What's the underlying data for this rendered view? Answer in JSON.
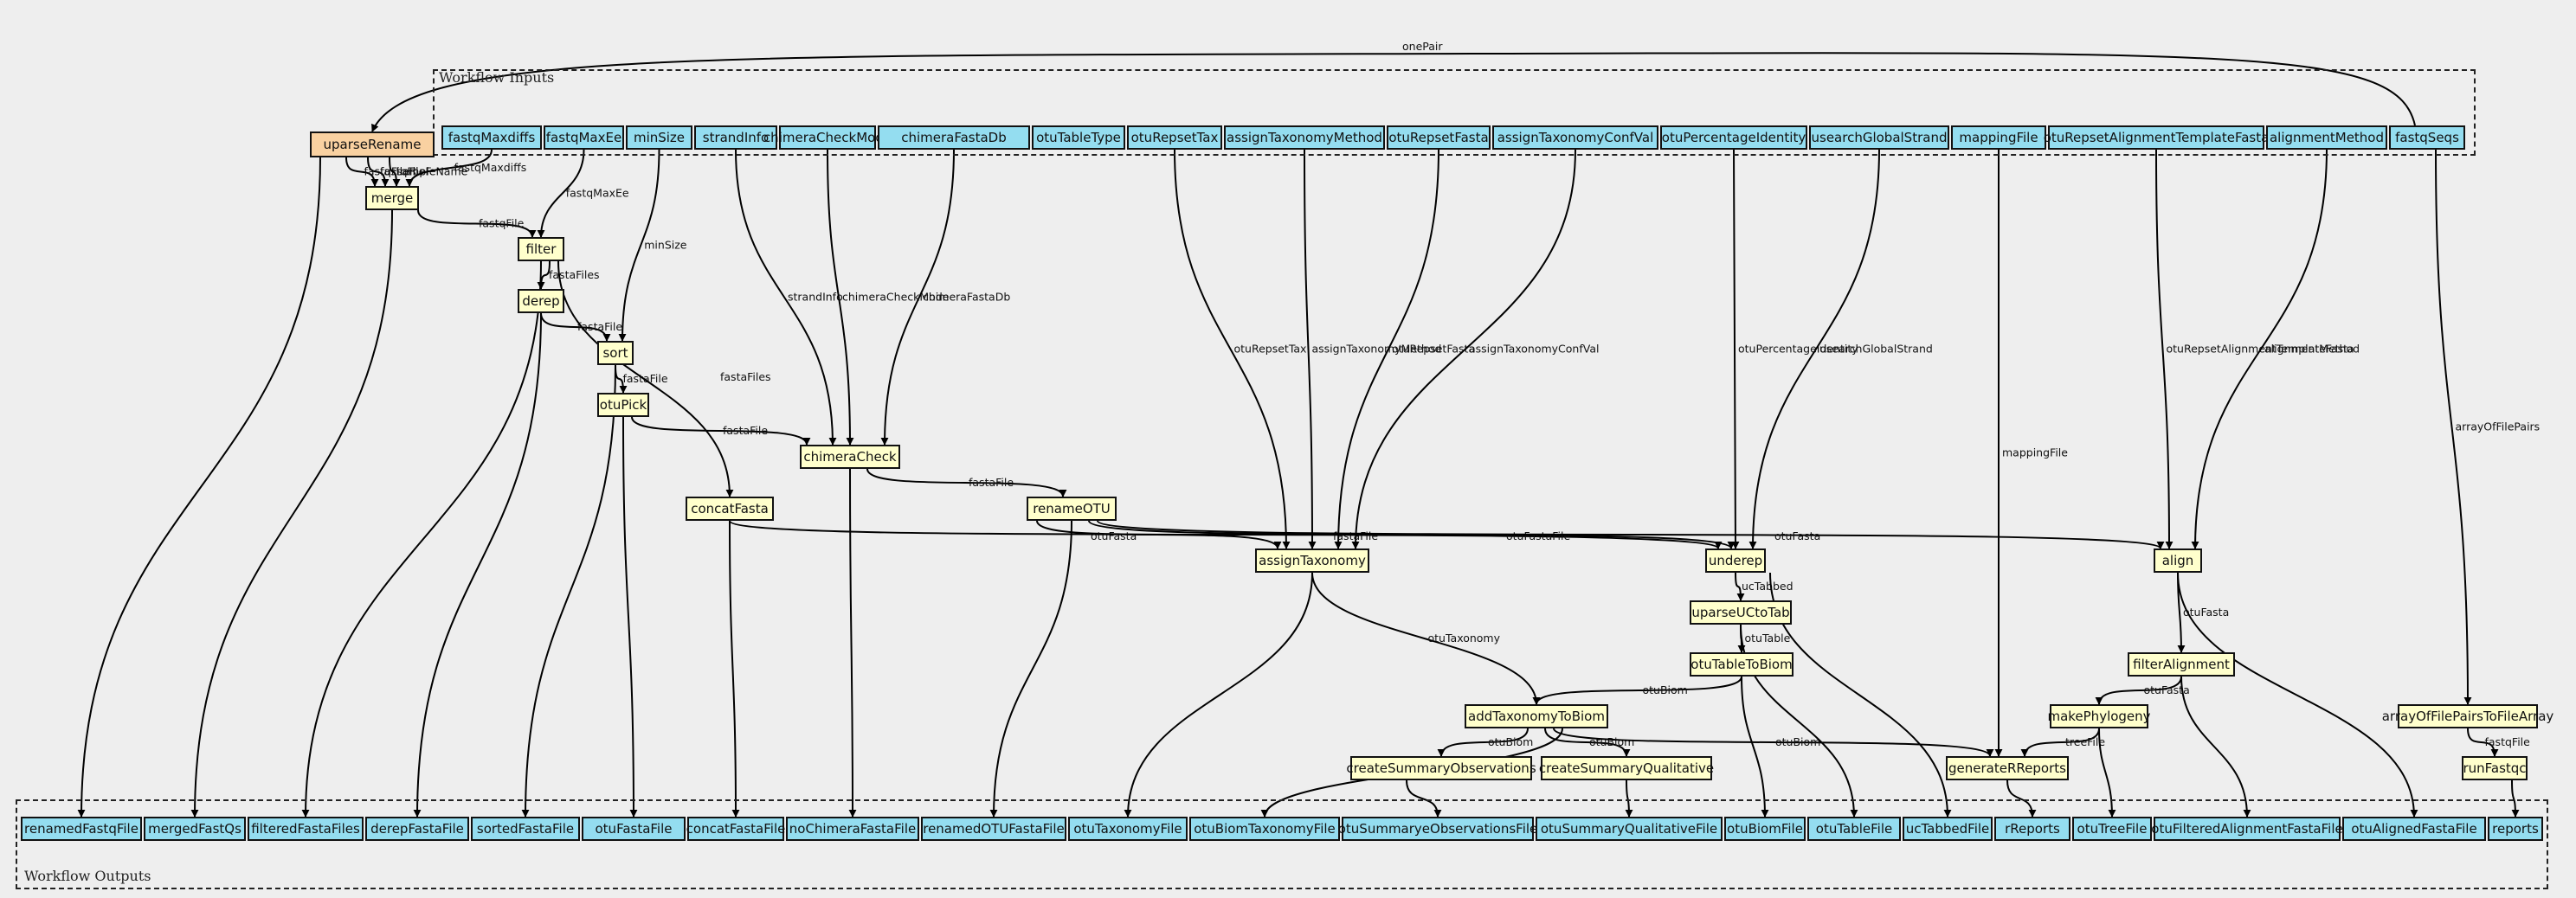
{
  "clusters": {
    "inputs_title": "Workflow Inputs",
    "outputs_title": "Workflow Outputs"
  },
  "inputs": [
    {
      "id": "fastqMaxdiffs",
      "label": "fastqMaxdiffs"
    },
    {
      "id": "fastqMaxEe",
      "label": "fastqMaxEe"
    },
    {
      "id": "minSize",
      "label": "minSize"
    },
    {
      "id": "strandInfo",
      "label": "strandInfo"
    },
    {
      "id": "chimeraCheckMode",
      "label": "chimeraCheckMode"
    },
    {
      "id": "chimeraFastaDb",
      "label": "chimeraFastaDb"
    },
    {
      "id": "otuTableType",
      "label": "otuTableType"
    },
    {
      "id": "otuRepsetTax",
      "label": "otuRepsetTax"
    },
    {
      "id": "assignTaxonomyMethod",
      "label": "assignTaxonomyMethod"
    },
    {
      "id": "otuRepsetFasta",
      "label": "otuRepsetFasta"
    },
    {
      "id": "assignTaxonomyConfVal",
      "label": "assignTaxonomyConfVal"
    },
    {
      "id": "otuPercentageIdentity",
      "label": "otuPercentageIdentity"
    },
    {
      "id": "usearchGlobalStrand",
      "label": "usearchGlobalStrand"
    },
    {
      "id": "mappingFile",
      "label": "mappingFile"
    },
    {
      "id": "otuRepsetAlignmentTemplateFasta",
      "label": "otuRepsetAlignmentTemplateFasta"
    },
    {
      "id": "alignmentMethod",
      "label": "alignmentMethod"
    },
    {
      "id": "fastqSeqs",
      "label": "fastqSeqs"
    }
  ],
  "steps": [
    {
      "id": "uparseRename",
      "label": "uparseRename"
    },
    {
      "id": "merge",
      "label": "merge"
    },
    {
      "id": "filter",
      "label": "filter"
    },
    {
      "id": "derep",
      "label": "derep"
    },
    {
      "id": "sort",
      "label": "sort"
    },
    {
      "id": "otuPick",
      "label": "otuPick"
    },
    {
      "id": "chimeraCheck",
      "label": "chimeraCheck"
    },
    {
      "id": "concatFasta",
      "label": "concatFasta"
    },
    {
      "id": "renameOTU",
      "label": "renameOTU"
    },
    {
      "id": "assignTaxonomy",
      "label": "assignTaxonomy"
    },
    {
      "id": "underep",
      "label": "underep"
    },
    {
      "id": "align",
      "label": "align"
    },
    {
      "id": "uparseUCtoTab",
      "label": "uparseUCtoTab"
    },
    {
      "id": "otuTableToBiom",
      "label": "otuTableToBiom"
    },
    {
      "id": "filterAlignment",
      "label": "filterAlignment"
    },
    {
      "id": "addTaxonomyToBiom",
      "label": "addTaxonomyToBiom"
    },
    {
      "id": "makePhylogeny",
      "label": "makePhylogeny"
    },
    {
      "id": "arrayOfFilePairsToFileArray",
      "label": "arrayOfFilePairsToFileArray"
    },
    {
      "id": "createSummaryObservations",
      "label": "createSummaryObservations"
    },
    {
      "id": "createSummaryQualitative",
      "label": "createSummaryQualitative"
    },
    {
      "id": "generateRReports",
      "label": "generateRReports"
    },
    {
      "id": "runFastqc",
      "label": "runFastqc"
    }
  ],
  "outputs": [
    {
      "id": "renamedFastqFile",
      "label": "renamedFastqFile"
    },
    {
      "id": "mergedFastQs",
      "label": "mergedFastQs"
    },
    {
      "id": "filteredFastaFiles",
      "label": "filteredFastaFiles"
    },
    {
      "id": "derepFastaFile",
      "label": "derepFastaFile"
    },
    {
      "id": "sortedFastaFile",
      "label": "sortedFastaFile"
    },
    {
      "id": "otuFastaFile",
      "label": "otuFastaFile"
    },
    {
      "id": "concatFastaFile",
      "label": "concatFastaFile"
    },
    {
      "id": "noChimeraFastaFile",
      "label": "noChimeraFastaFile"
    },
    {
      "id": "renamedOTUFastaFile",
      "label": "renamedOTUFastaFile"
    },
    {
      "id": "otuTaxonomyFile",
      "label": "otuTaxonomyFile"
    },
    {
      "id": "otuBiomTaxonomyFile",
      "label": "otuBiomTaxonomyFile"
    },
    {
      "id": "otuSummaryeObservationsFile",
      "label": "otuSummaryeObservationsFile"
    },
    {
      "id": "otuSummaryQualitativeFile",
      "label": "otuSummaryQualitativeFile"
    },
    {
      "id": "otuBiomFile",
      "label": "otuBiomFile"
    },
    {
      "id": "otuTableFile",
      "label": "otuTableFile"
    },
    {
      "id": "ucTabbedFile",
      "label": "ucTabbedFile"
    },
    {
      "id": "rReports",
      "label": "rReports"
    },
    {
      "id": "otuTreeFile",
      "label": "otuTreeFile"
    },
    {
      "id": "otuFilteredAlignmentFastaFile",
      "label": "otuFilteredAlignmentFastaFile"
    },
    {
      "id": "otuAlignedFastaFile",
      "label": "otuAlignedFastaFile"
    },
    {
      "id": "reports",
      "label": "reports"
    }
  ],
  "edges": [
    {
      "from": "fastqSeqs",
      "to": "uparseRename",
      "label": "onePair"
    },
    {
      "from": "uparseRename",
      "to": "merge",
      "label": "fastqFileR"
    },
    {
      "from": "uparseRename",
      "to": "merge",
      "label": "fastqFileF"
    },
    {
      "from": "uparseRename",
      "to": "merge",
      "label": "sampleName"
    },
    {
      "from": "fastqMaxdiffs",
      "to": "merge",
      "label": "fastqMaxdiffs"
    },
    {
      "from": "merge",
      "to": "filter",
      "label": "fastqFile"
    },
    {
      "from": "fastqMaxEe",
      "to": "filter",
      "label": "fastqMaxEe"
    },
    {
      "from": "filter",
      "to": "derep",
      "label": "fastaFiles"
    },
    {
      "from": "derep",
      "to": "sort",
      "label": "fastaFile"
    },
    {
      "from": "minSize",
      "to": "sort",
      "label": "minSize"
    },
    {
      "from": "sort",
      "to": "otuPick",
      "label": "fastaFile"
    },
    {
      "from": "filter",
      "to": "concatFasta",
      "label": "fastaFiles"
    },
    {
      "from": "otuPick",
      "to": "chimeraCheck",
      "label": "fastaFile"
    },
    {
      "from": "strandInfo",
      "to": "chimeraCheck",
      "label": "strandInfo"
    },
    {
      "from": "chimeraCheckMode",
      "to": "chimeraCheck",
      "label": "chimeraCheckMode"
    },
    {
      "from": "chimeraFastaDb",
      "to": "chimeraCheck",
      "label": "chimeraFastaDb"
    },
    {
      "from": "chimeraCheck",
      "to": "renameOTU",
      "label": "fastaFile"
    },
    {
      "from": "renameOTU",
      "to": "assignTaxonomy",
      "label": "otuFasta"
    },
    {
      "from": "otuRepsetTax",
      "to": "assignTaxonomy",
      "label": "otuRepsetTax"
    },
    {
      "from": "assignTaxonomyMethod",
      "to": "assignTaxonomy",
      "label": "assignTaxonomyMethod"
    },
    {
      "from": "otuRepsetFasta",
      "to": "assignTaxonomy",
      "label": "otuRepsetFasta"
    },
    {
      "from": "assignTaxonomyConfVal",
      "to": "assignTaxonomy",
      "label": "assignTaxonomyConfVal"
    },
    {
      "from": "concatFasta",
      "to": "underep",
      "label": "fastaFile"
    },
    {
      "from": "renameOTU",
      "to": "underep",
      "label": "otuFastaFile"
    },
    {
      "from": "otuPercentageIdentity",
      "to": "underep",
      "label": "otuPercentageIdentity"
    },
    {
      "from": "usearchGlobalStrand",
      "to": "underep",
      "label": "usearchGlobalStrand"
    },
    {
      "from": "renameOTU",
      "to": "align",
      "label": "otuFasta"
    },
    {
      "from": "otuRepsetAlignmentTemplateFasta",
      "to": "align",
      "label": "otuRepsetAlignmentTemplateFasta"
    },
    {
      "from": "alignmentMethod",
      "to": "align",
      "label": "alignmentMethod"
    },
    {
      "from": "underep",
      "to": "uparseUCtoTab",
      "label": "ucTabbed"
    },
    {
      "from": "uparseUCtoTab",
      "to": "otuTableToBiom",
      "label": "otuTable"
    },
    {
      "from": "otuTableToBiom",
      "to": "addTaxonomyToBiom",
      "label": "otuBiom"
    },
    {
      "from": "assignTaxonomy",
      "to": "addTaxonomyToBiom",
      "label": "otuTaxonomy"
    },
    {
      "from": "align",
      "to": "filterAlignment",
      "label": "otuFasta"
    },
    {
      "from": "filterAlignment",
      "to": "makePhylogeny",
      "label": "otuFasta"
    },
    {
      "from": "fastqSeqs",
      "to": "arrayOfFilePairsToFileArray",
      "label": "arrayOfFilePairs"
    },
    {
      "from": "addTaxonomyToBiom",
      "to": "createSummaryObservations",
      "label": "otuBiom"
    },
    {
      "from": "addTaxonomyToBiom",
      "to": "createSummaryQualitative",
      "label": "otuBiom"
    },
    {
      "from": "addTaxonomyToBiom",
      "to": "generateRReports",
      "label": "otuBiom"
    },
    {
      "from": "mappingFile",
      "to": "generateRReports",
      "label": "mappingFile"
    },
    {
      "from": "makePhylogeny",
      "to": "generateRReports",
      "label": "treeFile"
    },
    {
      "from": "arrayOfFilePairsToFileArray",
      "to": "runFastqc",
      "label": "fastqFile"
    },
    {
      "from": "uparseRename",
      "to": "renamedFastqFile",
      "label": ""
    },
    {
      "from": "merge",
      "to": "mergedFastQs",
      "label": ""
    },
    {
      "from": "filter",
      "to": "filteredFastaFiles",
      "label": ""
    },
    {
      "from": "derep",
      "to": "derepFastaFile",
      "label": ""
    },
    {
      "from": "sort",
      "to": "sortedFastaFile",
      "label": ""
    },
    {
      "from": "otuPick",
      "to": "otuFastaFile",
      "label": ""
    },
    {
      "from": "concatFasta",
      "to": "concatFastaFile",
      "label": ""
    },
    {
      "from": "chimeraCheck",
      "to": "noChimeraFastaFile",
      "label": ""
    },
    {
      "from": "renameOTU",
      "to": "renamedOTUFastaFile",
      "label": ""
    },
    {
      "from": "assignTaxonomy",
      "to": "otuTaxonomyFile",
      "label": ""
    },
    {
      "from": "addTaxonomyToBiom",
      "to": "otuBiomTaxonomyFile",
      "label": ""
    },
    {
      "from": "createSummaryObservations",
      "to": "otuSummaryeObservationsFile",
      "label": ""
    },
    {
      "from": "createSummaryQualitative",
      "to": "otuSummaryQualitativeFile",
      "label": ""
    },
    {
      "from": "otuTableToBiom",
      "to": "otuBiomFile",
      "label": ""
    },
    {
      "from": "uparseUCtoTab",
      "to": "otuTableFile",
      "label": ""
    },
    {
      "from": "underep",
      "to": "ucTabbedFile",
      "label": ""
    },
    {
      "from": "generateRReports",
      "to": "rReports",
      "label": ""
    },
    {
      "from": "makePhylogeny",
      "to": "otuTreeFile",
      "label": ""
    },
    {
      "from": "filterAlignment",
      "to": "otuFilteredAlignmentFastaFile",
      "label": ""
    },
    {
      "from": "align",
      "to": "otuAlignedFastaFile",
      "label": ""
    },
    {
      "from": "runFastqc",
      "to": "reports",
      "label": ""
    }
  ]
}
